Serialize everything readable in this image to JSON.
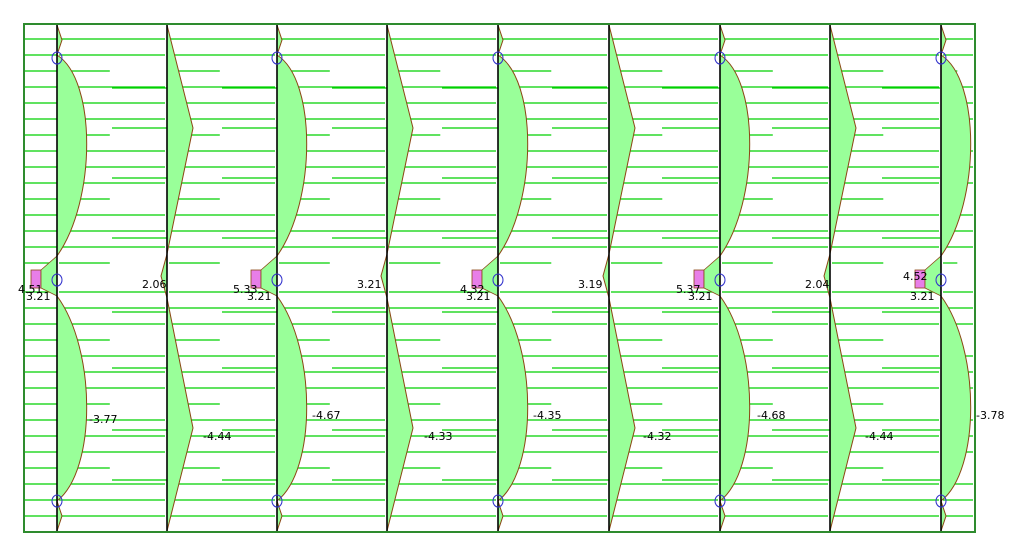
{
  "colors": {
    "background": "#ffffff",
    "border": "#2e8b2e",
    "hatch": "#00d000",
    "diagram_fill": "#99ff99",
    "diagram_outline": "#8b4513",
    "negative_fill": "#e87ee8",
    "column_line": "#000000",
    "support_marker": "#3333cc",
    "label_text": "#000000"
  },
  "columns": [
    {
      "id": "c1",
      "kind": "bulge",
      "labels": {
        "top_value": "4.51",
        "bottom_value": "3.21",
        "span_value": "-3.77"
      }
    },
    {
      "id": "c2",
      "kind": "triangle",
      "labels": {
        "mid_value": "2.06",
        "span_value": "-4.44"
      }
    },
    {
      "id": "c3",
      "kind": "bulge",
      "labels": {
        "top_value": "5.33",
        "bottom_value": "3.21",
        "span_value": "-4.67"
      }
    },
    {
      "id": "c4",
      "kind": "triangle",
      "labels": {
        "mid_value": "3.21",
        "span_value": "-4.33"
      }
    },
    {
      "id": "c5",
      "kind": "bulge",
      "labels": {
        "top_value": "4.32",
        "bottom_value": "3.21",
        "span_value": "-4.35"
      }
    },
    {
      "id": "c6",
      "kind": "triangle",
      "labels": {
        "mid_value": "3.19",
        "span_value": "-4.32"
      }
    },
    {
      "id": "c7",
      "kind": "bulge",
      "labels": {
        "top_value": "5.37",
        "bottom_value": "3.21",
        "span_value": "-4.68"
      }
    },
    {
      "id": "c8",
      "kind": "triangle",
      "labels": {
        "mid_value": "2.04",
        "span_value": "-4.44"
      }
    },
    {
      "id": "c9",
      "kind": "bulge",
      "labels": {
        "top_value": "4.52",
        "bottom_value": "3.21",
        "span_value": "-3.78"
      }
    }
  ],
  "support_marker_glyph": "( )"
}
